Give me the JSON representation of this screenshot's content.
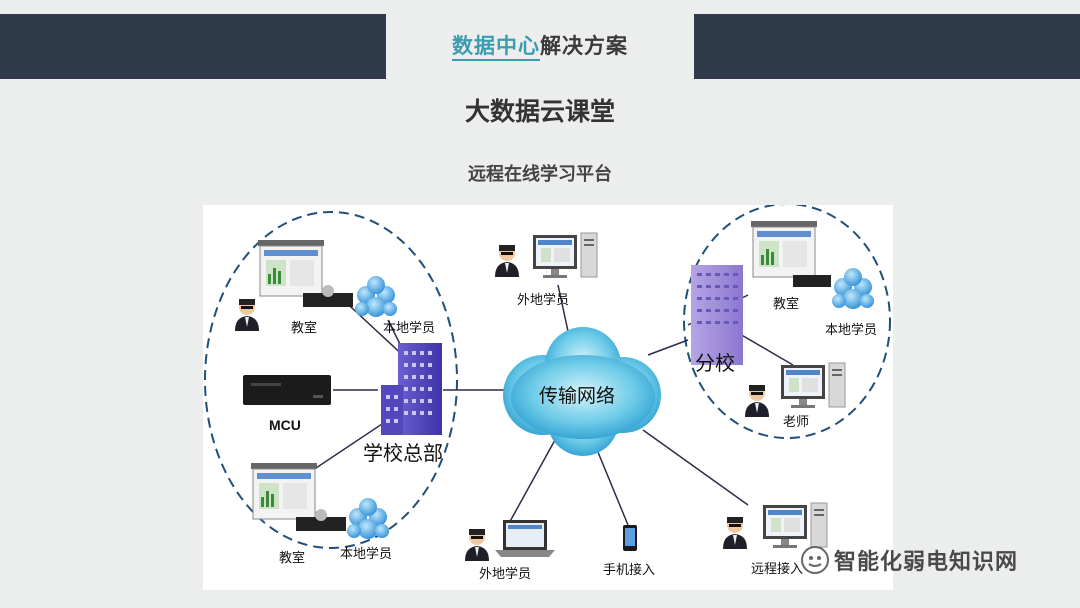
{
  "header": {
    "title_highlight": "数据中心",
    "title_rest": "解决方案"
  },
  "main_title": "大数据云课堂",
  "sub_title": "远程在线学习平台",
  "diagram": {
    "cloud_label": "传输网络",
    "hq_label": "学校总部",
    "branch_label": "分校",
    "mcu_label": "MCU",
    "hq_classroom_top": "教室",
    "hq_local_students_top": "本地学员",
    "hq_classroom_bottom": "教室",
    "hq_local_students_bottom": "本地学员",
    "remote_student_top": "外地学员",
    "remote_student_bottom": "外地学员",
    "mobile_access": "手机接入",
    "remote_access": "远程接入",
    "branch_classroom": "教室",
    "branch_local_students": "本地学员",
    "branch_teacher": "老师"
  },
  "watermark": {
    "text": "智能化弱电知识网"
  }
}
